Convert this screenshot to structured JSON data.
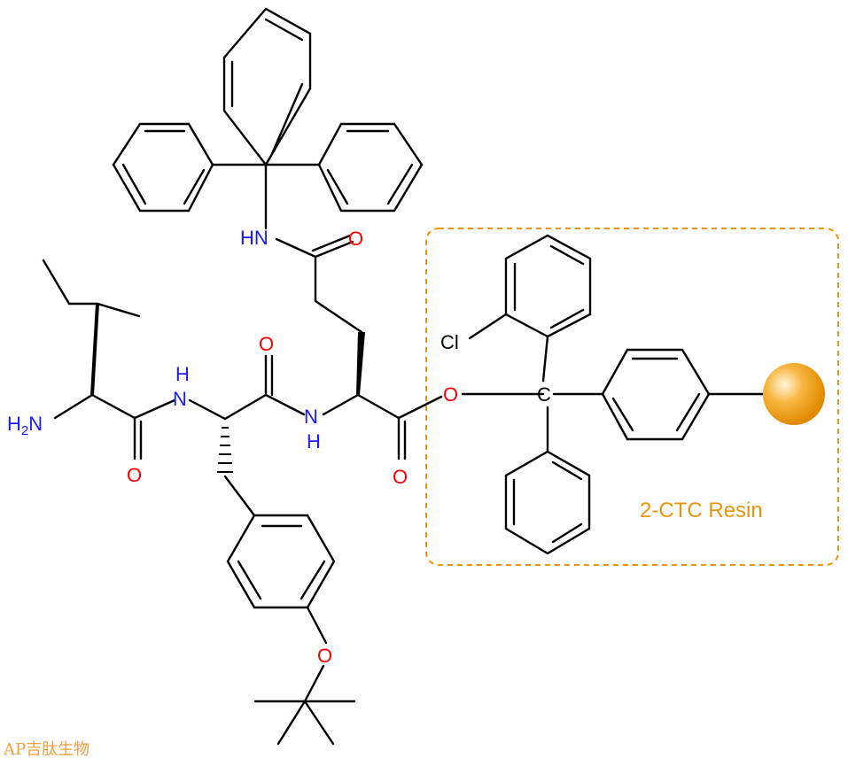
{
  "atoms": {
    "h2n": "H2N",
    "nh_ile": "H",
    "nh_ile_n": "N",
    "o1": "O",
    "o2": "O",
    "nh_phe": "N",
    "nh_phe_h": "H",
    "o_ester_co": "O",
    "o_ester": "O",
    "hn_trt": "HN",
    "o_amide": "O",
    "o_tbu": "O",
    "cl": "Cl",
    "c_center": "C"
  },
  "resin": {
    "label": "2-CTC Resin",
    "box_color": "#e8950e",
    "bead_color": "#f5a623"
  },
  "watermark": "AP吉肽生物",
  "colors": {
    "nitrogen": "#1a1aff",
    "oxygen": "#ff0000",
    "bond": "#000000"
  }
}
